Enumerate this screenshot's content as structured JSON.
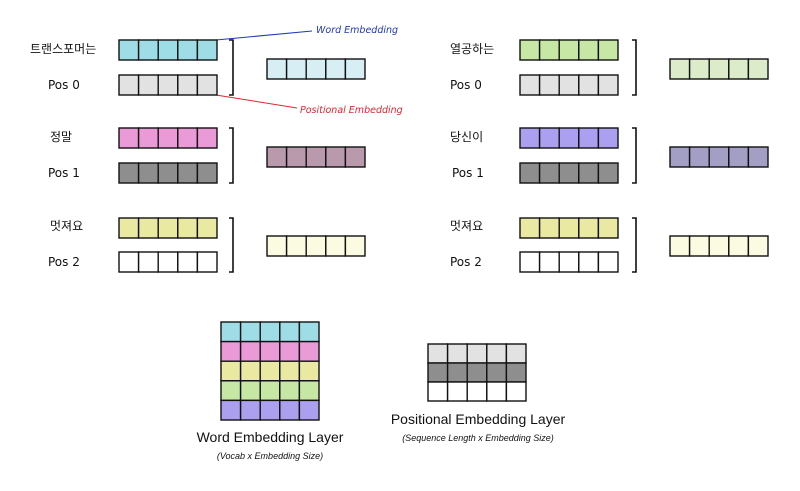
{
  "colors": {
    "cyan": "#9fdde6",
    "gray_light": "#e2e2e2",
    "pink": "#ea9ad6",
    "gray_dark": "#8e8e8e",
    "yellow": "#e9e9a2",
    "white": "#ffffff",
    "green": "#c6e8a4",
    "purple": "#ab9ff0",
    "sum_cyan": "#d6eef4",
    "sum_mauve": "#b99aac",
    "sum_cream": "#fbfbe1",
    "sum_green": "#dceccb",
    "sum_purple": "#a39ec4",
    "word_annotation": "#1f39b5",
    "pos_annotation": "#d9282f"
  },
  "groups": [
    {
      "word": "트랜스포머는",
      "pos": "Pos 0",
      "word_color": "cyan",
      "pos_color": "gray_light",
      "sum_color": "sum_cyan"
    },
    {
      "word": "정말",
      "pos": "Pos 1",
      "word_color": "pink",
      "pos_color": "gray_dark",
      "sum_color": "sum_mauve"
    },
    {
      "word": "멋져요",
      "pos": "Pos 2",
      "word_color": "yellow",
      "pos_color": "white",
      "sum_color": "sum_cream"
    },
    {
      "word": "열공하는",
      "pos": "Pos 0",
      "word_color": "green",
      "pos_color": "gray_light",
      "sum_color": "sum_green"
    },
    {
      "word": "당신이",
      "pos": "Pos 1",
      "word_color": "purple",
      "pos_color": "gray_dark",
      "sum_color": "sum_purple"
    },
    {
      "word": "멋져요",
      "pos": "Pos 2",
      "word_color": "yellow",
      "pos_color": "white",
      "sum_color": "sum_cream"
    }
  ],
  "annotations": {
    "word_embedding": "Word Embedding",
    "positional_embedding": "Positional Embedding"
  },
  "word_layer": {
    "rows": [
      "cyan",
      "pink",
      "yellow",
      "green",
      "purple"
    ],
    "title": "Word Embedding Layer",
    "subtitle": "(Vocab x Embedding Size)"
  },
  "pos_layer": {
    "rows": [
      "gray_light",
      "gray_dark",
      "white"
    ],
    "title": "Positional Embedding Layer",
    "subtitle": "(Sequence Length x Embedding Size)"
  }
}
